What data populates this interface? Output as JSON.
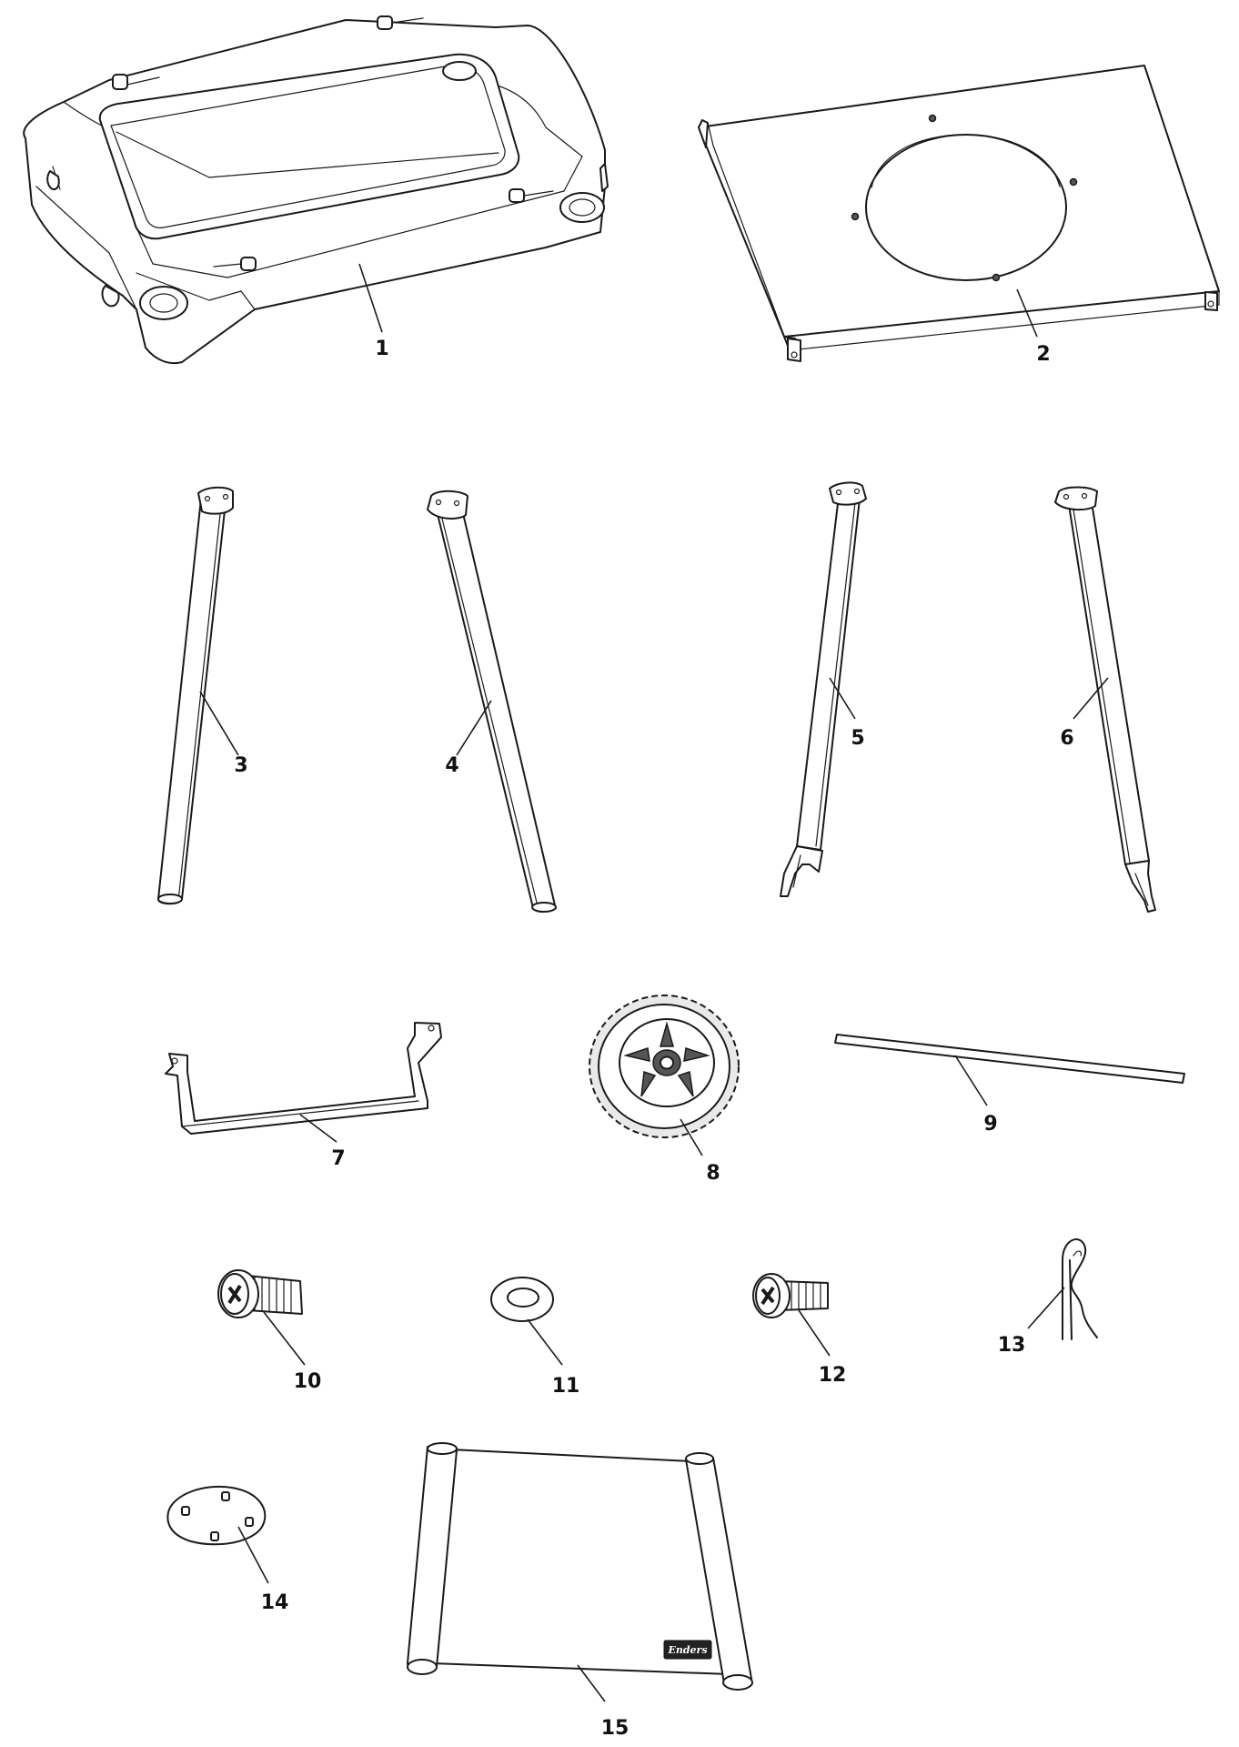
{
  "parts": [
    {
      "id": "part-1",
      "label": "1",
      "icon": "grill-base-tray-icon"
    },
    {
      "id": "part-2",
      "label": "2",
      "icon": "support-plate-icon"
    },
    {
      "id": "part-3",
      "label": "3",
      "icon": "leg-tube-icon"
    },
    {
      "id": "part-4",
      "label": "4",
      "icon": "leg-tube-icon"
    },
    {
      "id": "part-5",
      "label": "5",
      "icon": "leg-tube-forked-icon"
    },
    {
      "id": "part-6",
      "label": "6",
      "icon": "leg-tube-forked-icon"
    },
    {
      "id": "part-7",
      "label": "7",
      "icon": "cross-bracket-icon"
    },
    {
      "id": "part-8",
      "label": "8",
      "icon": "wheel-icon"
    },
    {
      "id": "part-9",
      "label": "9",
      "icon": "axle-rod-icon"
    },
    {
      "id": "part-10",
      "label": "10",
      "icon": "screw-icon"
    },
    {
      "id": "part-11",
      "label": "11",
      "icon": "washer-icon"
    },
    {
      "id": "part-12",
      "label": "12",
      "icon": "screw-icon"
    },
    {
      "id": "part-13",
      "label": "13",
      "icon": "r-clip-icon"
    },
    {
      "id": "part-14",
      "label": "14",
      "icon": "leg-cap-plate-icon"
    },
    {
      "id": "part-15",
      "label": "15",
      "icon": "bottom-shelf-icon"
    }
  ],
  "brand_logo": "Enders"
}
